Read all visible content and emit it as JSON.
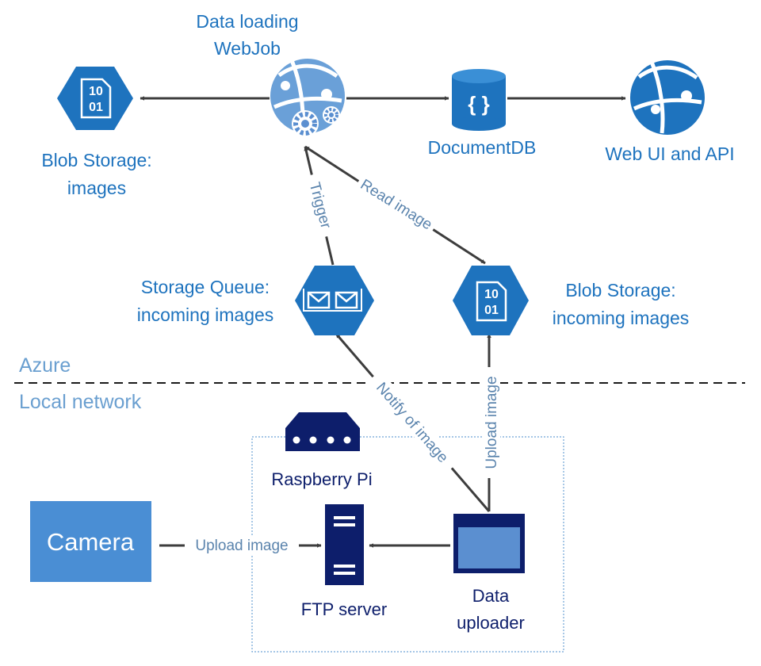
{
  "zones": {
    "azure": "Azure",
    "local": "Local network"
  },
  "nodes": {
    "webjob": {
      "title_line1": "Data loading",
      "title_line2": "WebJob"
    },
    "blob_images": {
      "line1": "Blob Storage:",
      "line2": "images",
      "glyph_top": "10",
      "glyph_bottom": "01"
    },
    "documentdb": {
      "label": "DocumentDB",
      "glyph": "{ }"
    },
    "web_ui": {
      "label": "Web UI and API"
    },
    "storage_queue": {
      "line1": "Storage Queue:",
      "line2": "incoming images"
    },
    "blob_incoming": {
      "line1": "Blob Storage:",
      "line2": "incoming images",
      "glyph_top": "10",
      "glyph_bottom": "01"
    },
    "raspberry_pi": {
      "label": "Raspberry Pi"
    },
    "camera": {
      "label": "Camera"
    },
    "ftp_server": {
      "label": "FTP server"
    },
    "data_uploader": {
      "line1": "Data",
      "line2": "uploader"
    }
  },
  "edges": {
    "trigger": "Trigger",
    "read_image": "Read image",
    "notify": "Notify of image",
    "upload_image_azure": "Upload image",
    "upload_image_local": "Upload image"
  },
  "colors": {
    "azure_blue": "#1e73be",
    "light_blue": "#5b8fd0",
    "navy": "#0d1e6b",
    "camera_fill": "#4a8ed4",
    "arrow": "#3d3d3d"
  }
}
